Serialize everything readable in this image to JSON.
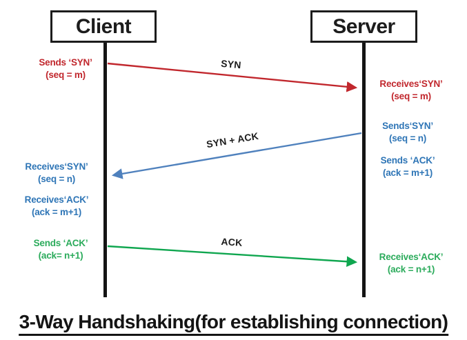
{
  "title": "3-Way Handshaking(for establishing connection)",
  "actors": {
    "client": "Client",
    "server": "Server"
  },
  "arrows": {
    "syn": {
      "label": "SYN"
    },
    "syn_ack": {
      "label": "SYN + ACK"
    },
    "ack": {
      "label": "ACK"
    }
  },
  "notes": {
    "client_sends_syn": {
      "line1": "Sends ‘SYN’",
      "line2": "(seq = m)"
    },
    "server_receives_syn": {
      "line1": "Receives‘SYN’",
      "line2": "(seq = m)"
    },
    "server_sends_syn": {
      "line1": "Sends‘SYN’",
      "line2": "(seq = n)"
    },
    "server_sends_ack": {
      "line1": "Sends ‘ACK’",
      "line2": "(ack = m+1)"
    },
    "client_receives_syn": {
      "line1": "Receives‘SYN’",
      "line2": "(seq = n)"
    },
    "client_receives_ack": {
      "line1": "Receives‘ACK’",
      "line2": "(ack = m+1)"
    },
    "client_sends_ack": {
      "line1": "Sends ‘ACK’",
      "line2": "(ack= n+1)"
    },
    "server_receives_ack": {
      "line1": "Receives‘ACK’",
      "line2": "(ack = n+1)"
    }
  },
  "colors": {
    "red": "#c1272d",
    "blue_text": "#2e75b6",
    "blue_arrow": "#4f81bd",
    "green_text": "#2bab5b",
    "green_arrow": "#0fa64f",
    "ink": "#141414"
  }
}
